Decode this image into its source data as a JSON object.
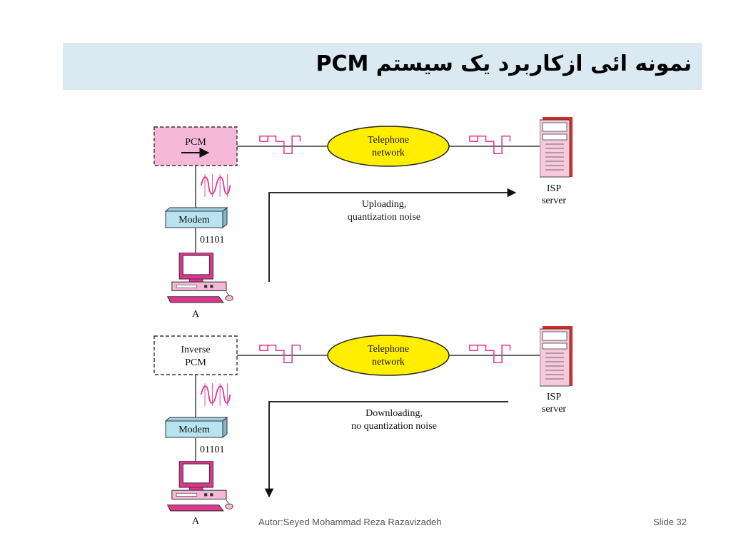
{
  "slide": {
    "title": "نمونه ائی ازکاربرد  یک سیستم PCM",
    "footer_author": "Autor:Seyed Mohammad Reza Razavizadeh",
    "footer_slide": "Slide 32"
  },
  "colors": {
    "title_bg": "#dbe9f2",
    "pcm_box": "#f6b8d8",
    "signal_pink": "#e0358f",
    "telephone_network": "#ffee00",
    "modem": "#b9e3f0",
    "server_red": "#d92a2a"
  },
  "top": {
    "converter_label": "PCM",
    "network_line1": "Telephone",
    "network_line2": "network",
    "modem_label": "Modem",
    "bits": "01101",
    "computer_label": "A",
    "server_line1": "ISP",
    "server_line2": "server",
    "flow_line1": "Uploading,",
    "flow_line2": "quantization noise"
  },
  "bottom": {
    "converter_line1": "Inverse",
    "converter_line2": "PCM",
    "network_line1": "Telephone",
    "network_line2": "network",
    "modem_label": "Modem",
    "bits": "01101",
    "computer_label": "A",
    "server_line1": "ISP",
    "server_line2": "server",
    "flow_line1": "Downloading,",
    "flow_line2": "no quantization noise"
  }
}
